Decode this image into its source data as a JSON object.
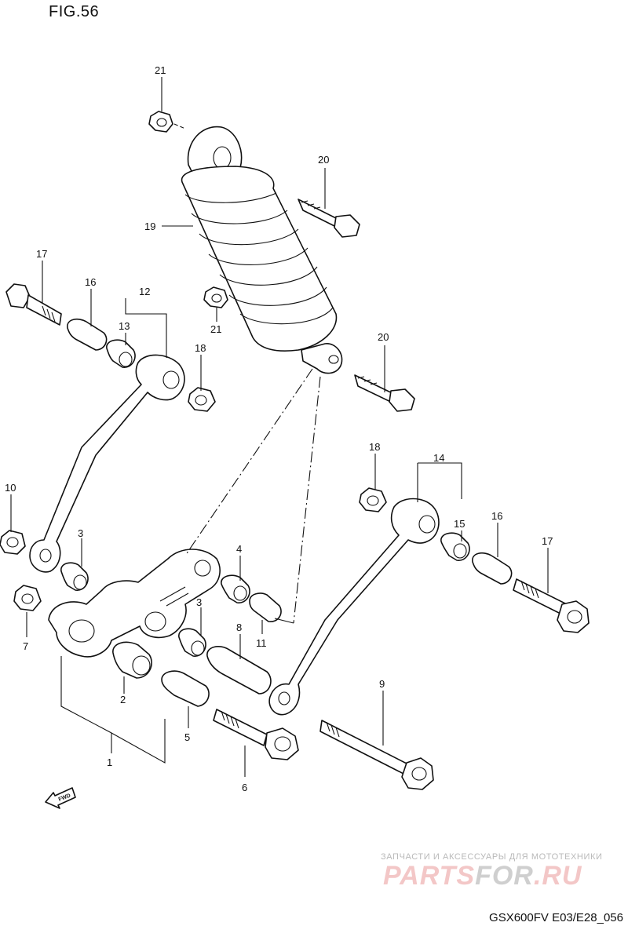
{
  "figure": {
    "title": "FIG.56",
    "code": "GSX600FV E03/E28_056"
  },
  "callouts": [
    {
      "id": "c1",
      "text": "1"
    },
    {
      "id": "c2",
      "text": "2"
    },
    {
      "id": "c3a",
      "text": "3"
    },
    {
      "id": "c3b",
      "text": "3"
    },
    {
      "id": "c4",
      "text": "4"
    },
    {
      "id": "c5",
      "text": "5"
    },
    {
      "id": "c6",
      "text": "6"
    },
    {
      "id": "c7",
      "text": "7"
    },
    {
      "id": "c8",
      "text": "8"
    },
    {
      "id": "c9",
      "text": "9"
    },
    {
      "id": "c10",
      "text": "10"
    },
    {
      "id": "c11",
      "text": "11"
    },
    {
      "id": "c12",
      "text": "12"
    },
    {
      "id": "c13",
      "text": "13"
    },
    {
      "id": "c14",
      "text": "14"
    },
    {
      "id": "c15",
      "text": "15"
    },
    {
      "id": "c16a",
      "text": "16"
    },
    {
      "id": "c16b",
      "text": "16"
    },
    {
      "id": "c17a",
      "text": "17"
    },
    {
      "id": "c17b",
      "text": "17"
    },
    {
      "id": "c18a",
      "text": "18"
    },
    {
      "id": "c18b",
      "text": "18"
    },
    {
      "id": "c19",
      "text": "19"
    },
    {
      "id": "c20a",
      "text": "20"
    },
    {
      "id": "c20b",
      "text": "20"
    },
    {
      "id": "c21a",
      "text": "21"
    },
    {
      "id": "c21b",
      "text": "21"
    }
  ],
  "fwd_arrow": {
    "text": "FWD"
  },
  "watermark": {
    "line1": "ЗАПЧАСТИ И АКСЕССУАРЫ ДЛЯ МОТОТЕХНИКИ",
    "logo_part1": "PARTS",
    "logo_part2": "FOR",
    "logo_part3": ".RU"
  },
  "colors": {
    "line": "#111111",
    "watermark_red": "#f3c7c7",
    "watermark_gray": "#cfcfcf"
  }
}
